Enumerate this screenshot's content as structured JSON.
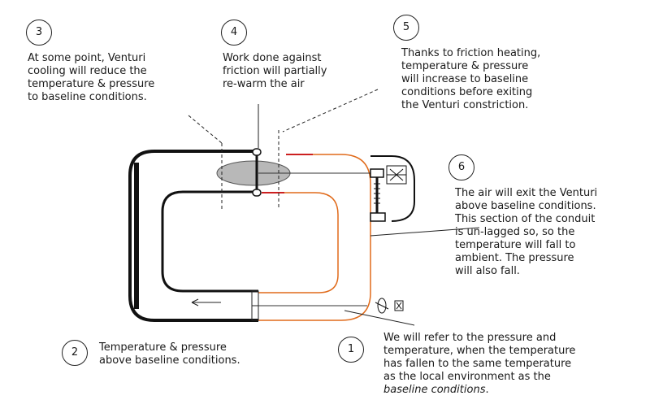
{
  "colors": {
    "conduit": "#111111",
    "heated_section": "#e06a1a",
    "hot_segment": "#cc2020",
    "venturi_fill": "#b8b8b8",
    "guide_lines": "#222222"
  },
  "notes": [
    {
      "number": "3",
      "text": "At some point, Venturi\ncooling will reduce the\ntemperature & pressure\nto baseline conditions."
    },
    {
      "number": "4",
      "text": "Work done against\nfriction will partially\nre-warm the air"
    },
    {
      "number": "5",
      "text": "Thanks to friction heating,\ntemperature & pressure\nwill increase to baseline\nconditions before exiting\nthe Venturi constriction."
    },
    {
      "number": "6",
      "text": "The air will exit the Venturi\nabove baseline conditions.\nThis section of the conduit\nis un-lagged so, so the\ntemperature will fall to\nambient. The pressure\nwill also fall."
    },
    {
      "number": "2",
      "text": "Temperature & pressure\nabove baseline conditions."
    },
    {
      "number": "1",
      "text": "We will refer to the pressure and\ntemperature, when the temperature\nhas fallen to the same temperature\nas the local environment as the",
      "emphasis": "baseline conditions",
      "suffix": "."
    }
  ],
  "icons": {
    "flow_arrow": "arrow-left-icon",
    "clamp": "c-clamp-icon",
    "fan": "fan-icon",
    "venturi": "venturi-constriction-icon"
  }
}
